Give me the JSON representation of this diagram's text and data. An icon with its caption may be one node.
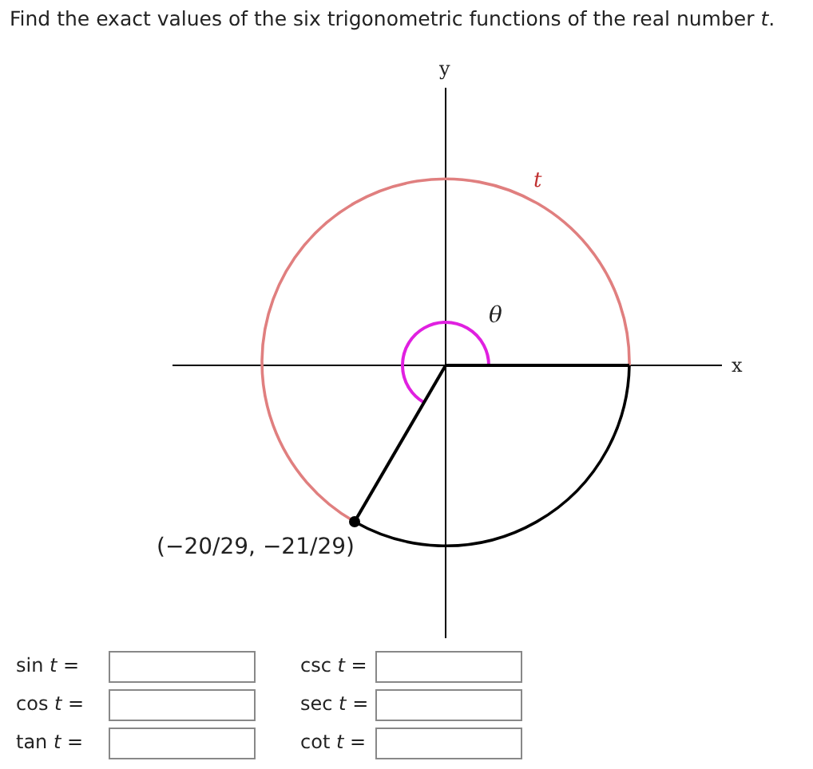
{
  "diagram": {
    "title": "Find the exact values of the six trigonometric functions of the real number *t*.",
    "labels": [
      "y",
      "t",
      "θ",
      "x",
      "(−20/29, −21/29)",
      "sin *t* =",
      "csc *t* =",
      "cos *t* =",
      "sec *t* =",
      "tan *t* =",
      "cot *t* ="
    ]
  }
}
